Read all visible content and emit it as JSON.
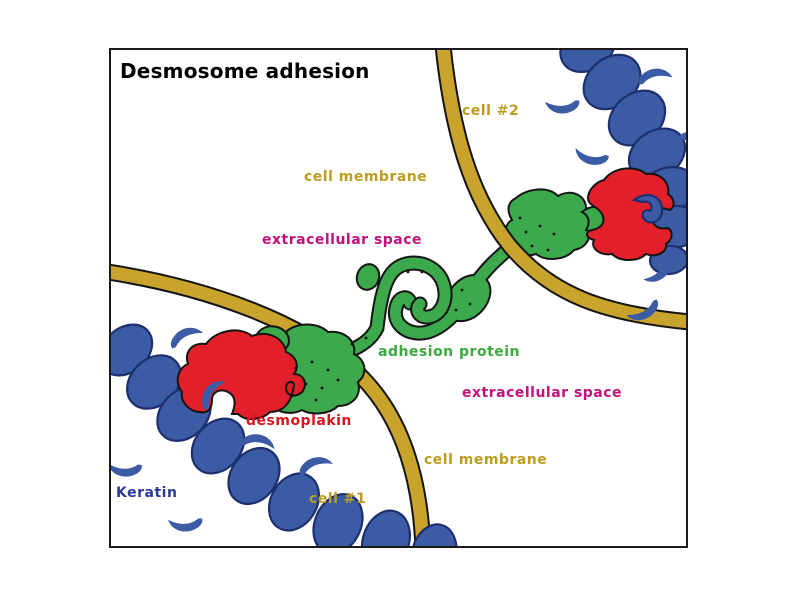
{
  "diagram": {
    "title": "Desmosome adhesion",
    "labels": {
      "cell2": "cell #2",
      "cell_membrane_top": "cell membrane",
      "extracellular_space_top": "extracellular space",
      "adhesion_protein": "adhesion protein",
      "extracellular_space_bottom": "extracellular space",
      "cell_membrane_bottom": "cell membrane",
      "desmoplakin": "desmoplakin",
      "cell1": "cell #1",
      "keratin": "Keratin"
    },
    "colors": {
      "membrane": "#C8A42C",
      "membrane_label": "#BD9C20",
      "keratin_fill": "#3B5BA5",
      "keratin_outline": "#1E2F6E",
      "keratin_label": "#2B3A98",
      "desmoplakin": "#E3202A",
      "desmoplakin_label": "#D6151D",
      "adhesion_protein": "#3BA94C",
      "adhesion_protein_label": "#3CA93F",
      "extracellular_label": "#C2107E",
      "outline": "#141414",
      "title": "#000000",
      "background": "#FFFFFF"
    }
  }
}
